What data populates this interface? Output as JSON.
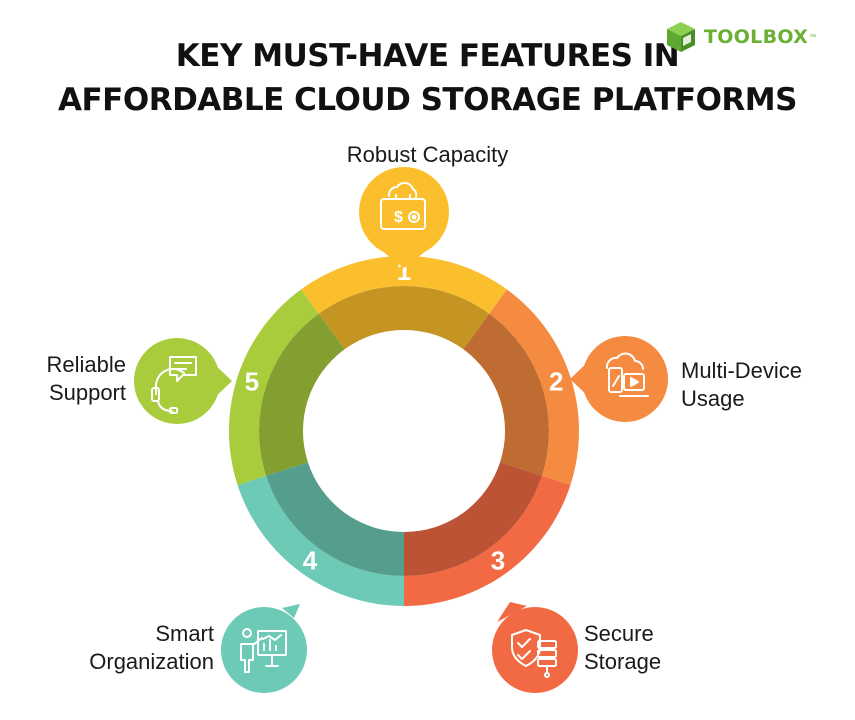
{
  "title": {
    "line1": "KEY MUST-HAVE FEATURES IN",
    "line2": "AFFORDABLE CLOUD STORAGE PLATFORMS"
  },
  "logo": {
    "text": "TOOLBOX",
    "tm": "™",
    "color": "#6bb035"
  },
  "features": [
    {
      "number": "1",
      "name": "Robust Capacity",
      "icon": "cloud-briefcase-dollar-icon",
      "color": "#fbbf2d"
    },
    {
      "number": "2",
      "name_line1": "Multi-Device",
      "name_line2": "Usage",
      "icon": "cloud-devices-icon",
      "color": "#f58b40"
    },
    {
      "number": "3",
      "name_line1": "Secure",
      "name_line2": "Storage",
      "icon": "shield-database-icon",
      "color": "#f26a44"
    },
    {
      "number": "4",
      "name_line1": "Smart",
      "name_line2": "Organization",
      "icon": "presentation-board-icon",
      "color": "#6dcab6"
    },
    {
      "number": "5",
      "name_line1": "Reliable",
      "name_line2": "Support",
      "icon": "headset-chat-icon",
      "color": "#a8cc3c"
    }
  ]
}
